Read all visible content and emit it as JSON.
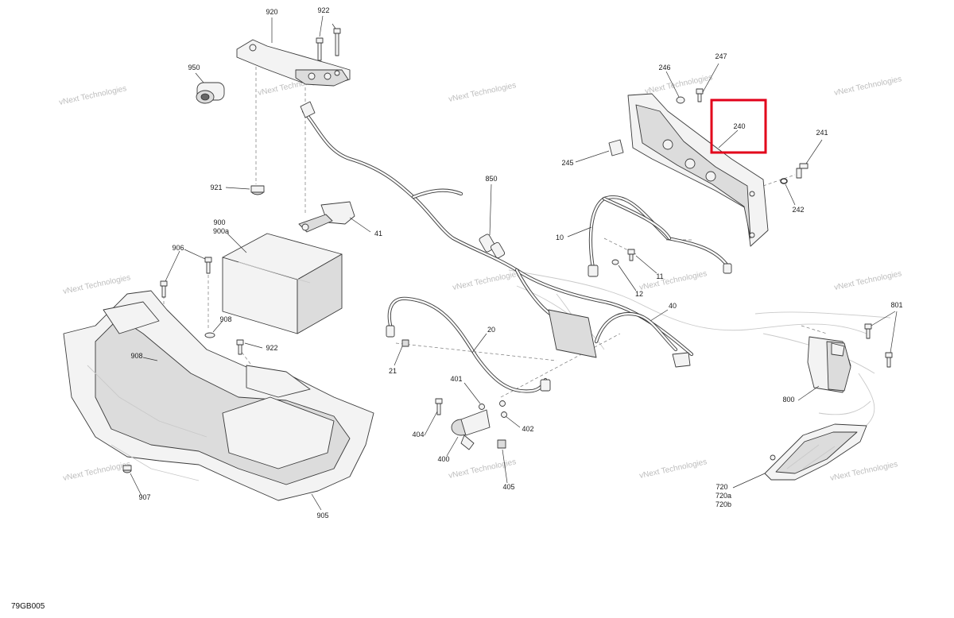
{
  "diagram": {
    "code": "79GB005",
    "watermark": "vNext Technologies",
    "highlight_color": "#e2001a",
    "labels": {
      "p920": "920",
      "p922a": "922",
      "p950": "950",
      "p921": "921",
      "p900": "900",
      "p900a": "900a",
      "p41": "41",
      "p906": "906",
      "p908a": "908",
      "p908b": "908",
      "p922b": "922",
      "p907": "907",
      "p905": "905",
      "p850": "850",
      "p10": "10",
      "p11": "11",
      "p12": "12",
      "p40": "40",
      "p20": "20",
      "p21": "21",
      "p401": "401",
      "p402": "402",
      "p404": "404",
      "p400": "400",
      "p405": "405",
      "p246": "246",
      "p247": "247",
      "p240": "240",
      "p245": "245",
      "p241": "241",
      "p242": "242",
      "p801": "801",
      "p800": "800",
      "p720": "720",
      "p720a": "720a",
      "p720b": "720b"
    }
  }
}
